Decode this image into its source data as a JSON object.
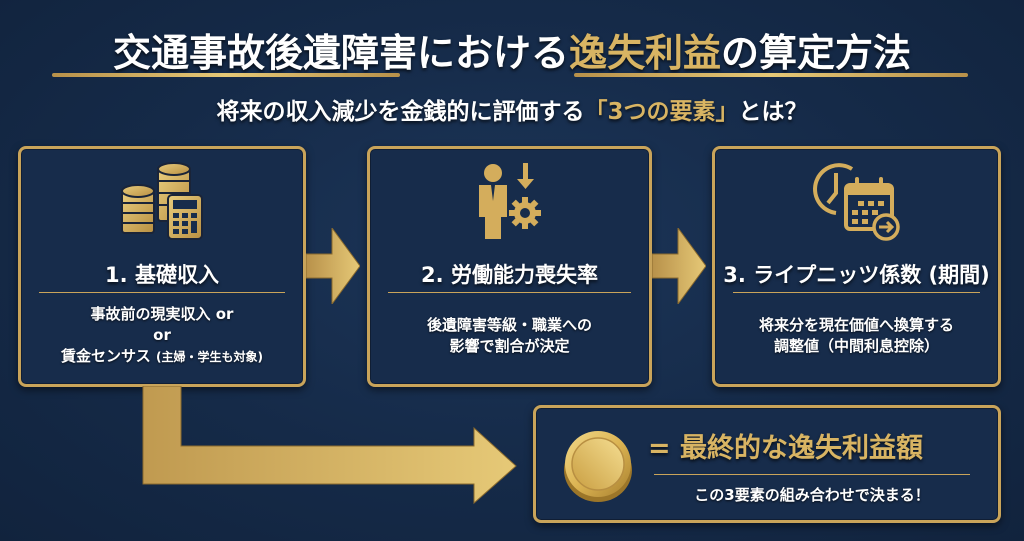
{
  "header": {
    "title_part1": "交通事故後遺障害における",
    "title_highlight": "逸失利益",
    "title_part2": "の算定方法",
    "subtitle_part1": "将来の収入減少を金銭的に評価する",
    "subtitle_highlight": "「3つの要素」",
    "subtitle_part2": "とは？"
  },
  "steps": [
    {
      "icon": "coins-calculator-icon",
      "heading": "1. 基礎収入",
      "line1": "事故前の現実収入 or",
      "line2": "or",
      "line3_main": "賃金センサス",
      "line3_small": "(主婦・学生も対象)"
    },
    {
      "icon": "person-gear-down-icon",
      "heading": "2. 労働能力喪失率",
      "line1": "後遺障害等級・職業への",
      "line2": "影響で割合が決定"
    },
    {
      "icon": "clock-calendar-icon",
      "heading": "3. ライプニッツ係数 (期間)",
      "line1": "将来分を現在価値へ換算する",
      "line2": "調整値（中間利息控除）"
    }
  ],
  "result": {
    "icon": "gold-coin-icon",
    "heading": "= 最終的な逸失利益額",
    "note": "この3要素の組み合わせで決まる！"
  },
  "colors": {
    "background": "#152a48",
    "gold": "#d8b463",
    "box_border": "#c9a45a",
    "text": "#ffffff"
  }
}
